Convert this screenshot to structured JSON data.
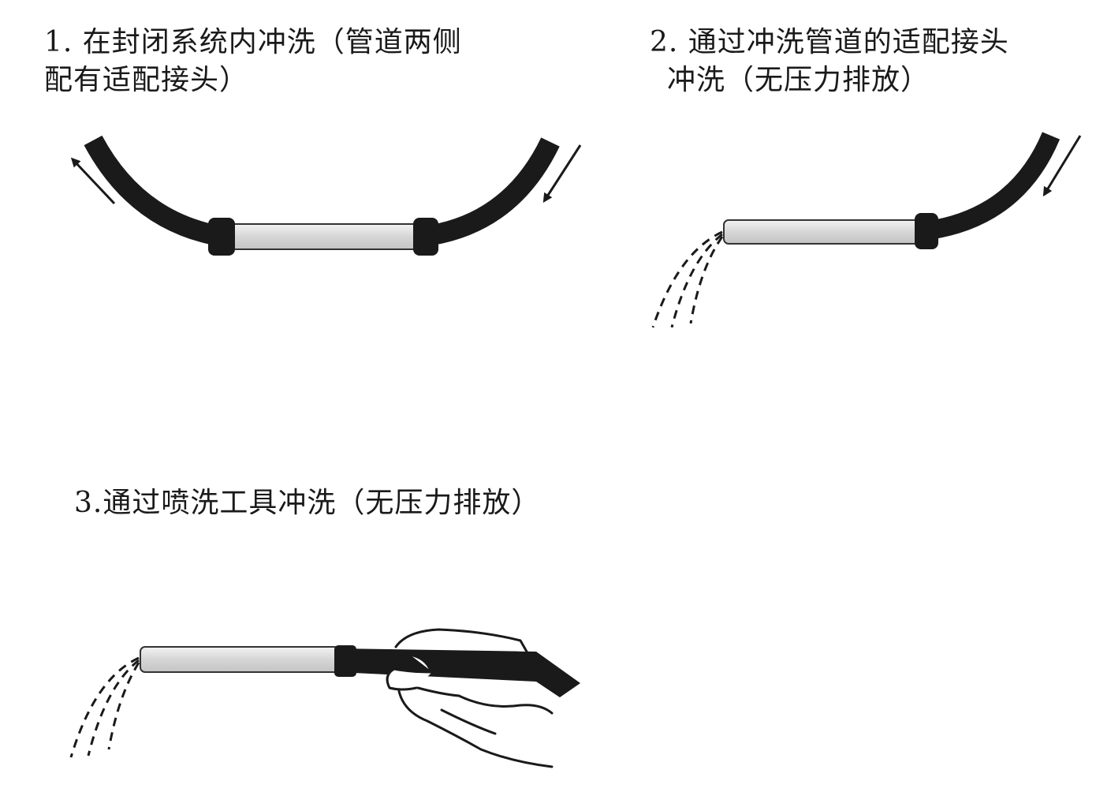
{
  "captions": {
    "step1": {
      "line1": "1. 在封闭系统内冲洗（管道两侧",
      "line2": "配有适配接头）"
    },
    "step2": {
      "line1": "2. 通过冲洗管道的适配接头",
      "line2": "冲洗（无压力排放）"
    },
    "step3": {
      "line1": "3.通过喷洗工具冲洗（无压力排放）"
    }
  },
  "colors": {
    "hose": "#1a1a1a",
    "tube_fill": "#d9d9d9",
    "tube_outline": "#333333",
    "background": "#ffffff"
  }
}
